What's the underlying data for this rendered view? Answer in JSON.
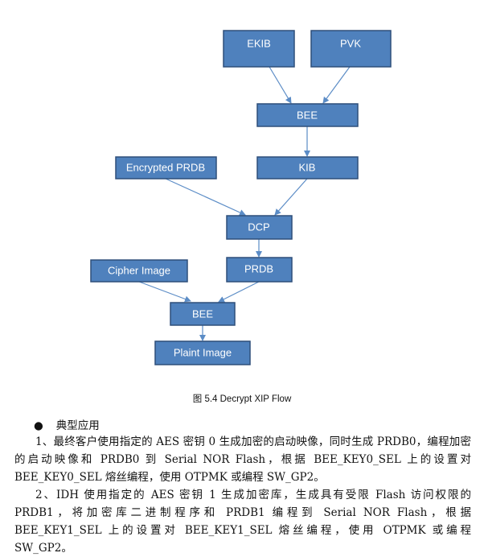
{
  "diagram": {
    "nodes": {
      "ekib": "EKIB",
      "pvk": "PVK",
      "bee_top": "BEE",
      "encrypted_prdb": "Encrypted PRDB",
      "kib": "KIB",
      "dcp": "DCP",
      "cipher_image": "Cipher Image",
      "prdb": "PRDB",
      "bee_bottom": "BEE",
      "plaint_image": "Plaint Image"
    },
    "colors": {
      "box_fill": "#4f81bd",
      "box_border": "#2f4f7a",
      "arrow": "#5b8cc6"
    }
  },
  "caption": "图 5.4   Decrypt XIP Flow",
  "bullet": {
    "symbol": "●",
    "text": "典型应用"
  },
  "paragraphs": [
    "1、最终客户使用指定的 AES 密钥 0 生成加密的启动映像，同时生成 PRDB0，编程加密的启动映像和 PRDB0 到 Serial NOR Flash，根据 BEE_KEY0_SEL 上的设置对 BEE_KEY0_SEL 熔丝编程，使用 OTPMK 或编程 SW_GP2。",
    "2、IDH 使用指定的 AES 密钥 1 生成加密库，生成具有受限 Flash 访问权限的 PRDB1，将加密库二进制程序和 PRDB1 编程到 Serial NOR Flash，根据 BEE_KEY1_SEL 上的设置对 BEE_KEY1_SEL 熔丝编程，使用 OTPMK 或编程 SW_GP2。"
  ]
}
